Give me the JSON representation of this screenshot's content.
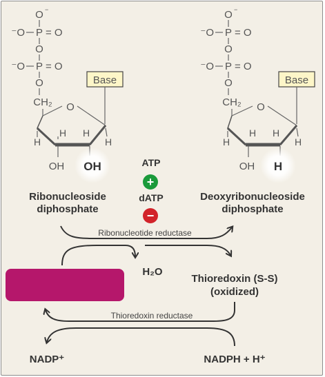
{
  "colors": {
    "panel": "#f3efe6",
    "redaction": "#b5176b",
    "plus": "#1a9a3a",
    "minus": "#d2232a",
    "base_box": "#fdf6c8"
  },
  "left_molecule": {
    "phosphate_top": {
      "o_minus": "O",
      "minus_o_left": "⁻O",
      "p": "P",
      "eq_o": "= O",
      "o_bridge": "O"
    },
    "phosphate_bottom": {
      "minus_o_left": "⁻O",
      "p": "P",
      "eq_o": "= O",
      "o_bridge": "O"
    },
    "ch2": "CH₂",
    "ring_o": "O",
    "base": "Base",
    "h": "H",
    "oh_3": "OH",
    "oh_2": "OH"
  },
  "right_molecule": {
    "phosphate_top": {
      "o_minus": "O",
      "minus_o_left": "⁻O",
      "p": "P",
      "eq_o": "= O",
      "o_bridge": "O"
    },
    "phosphate_bottom": {
      "minus_o_left": "⁻O",
      "p": "P",
      "eq_o": "= O",
      "o_bridge": "O"
    },
    "ch2": "CH₂",
    "ring_o": "O",
    "base": "Base",
    "h": "H",
    "oh_3": "OH",
    "h_2": "H"
  },
  "labels": {
    "ribonucleoside_line1": "Ribonucleoside",
    "ribonucleoside_line2": "diphosphate",
    "deoxy_line1": "Deoxyribonucleoside",
    "deoxy_line2": "diphosphate",
    "atp": "ATP",
    "datp": "dATP",
    "plus": "+",
    "minus": "−",
    "ribonucleotide_reductase": "Ribonucleotide reductase",
    "water": "H₂O",
    "thioredoxin_line1": "Thioredoxin (S-S)",
    "thioredoxin_line2": "(oxidized)",
    "thioredoxin_reductase": "Thioredoxin reductase",
    "nadp": "NADP⁺",
    "nadph": "NADPH + H⁺"
  }
}
